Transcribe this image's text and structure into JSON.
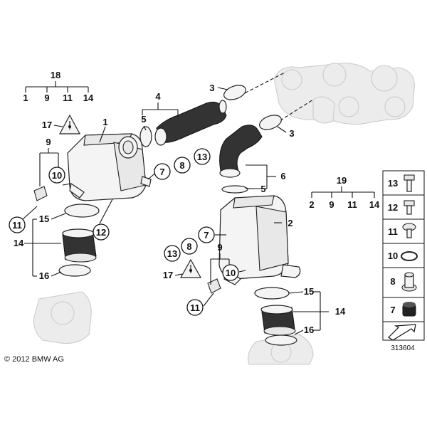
{
  "copyright": "© 2012 BMW AG",
  "drawing_number": "313604",
  "groups": {
    "g18": {
      "head": "18",
      "items": [
        "1",
        "9",
        "11",
        "14"
      ]
    },
    "g19": {
      "head": "19",
      "items": [
        "2",
        "9",
        "11",
        "14"
      ]
    }
  },
  "callouts": {
    "c1": "1",
    "c2": "2",
    "c3a": "3",
    "c3b": "3",
    "c4": "4",
    "c5a": "5",
    "c5b": "5",
    "c6": "6",
    "c7a": "7",
    "c7b": "7",
    "c8a": "8",
    "c8b": "8",
    "c9a": "9",
    "c9b": "9",
    "c10a": "10",
    "c10b": "10",
    "c11a": "11",
    "c11b": "11",
    "c12": "12",
    "c13a": "13",
    "c13b": "13",
    "c14a": "14",
    "c14b": "14",
    "c15a": "15",
    "c15b": "15",
    "c16a": "16",
    "c16b": "16",
    "c17a": "17",
    "c17b": "17"
  },
  "legend": [
    {
      "num": "13",
      "icon": "long-bolt-icon"
    },
    {
      "num": "12",
      "icon": "bolt-icon"
    },
    {
      "num": "11",
      "icon": "torx-screw-icon"
    },
    {
      "num": "10",
      "icon": "o-ring-icon"
    },
    {
      "num": "8",
      "icon": "sleeve-icon"
    },
    {
      "num": "7",
      "icon": "grommet-icon"
    },
    {
      "num": "",
      "icon": "arrow-icon"
    }
  ],
  "colors": {
    "line": "#111111",
    "part": "#f4f4f4",
    "hose": "#333333",
    "ghost": "#ececec"
  }
}
